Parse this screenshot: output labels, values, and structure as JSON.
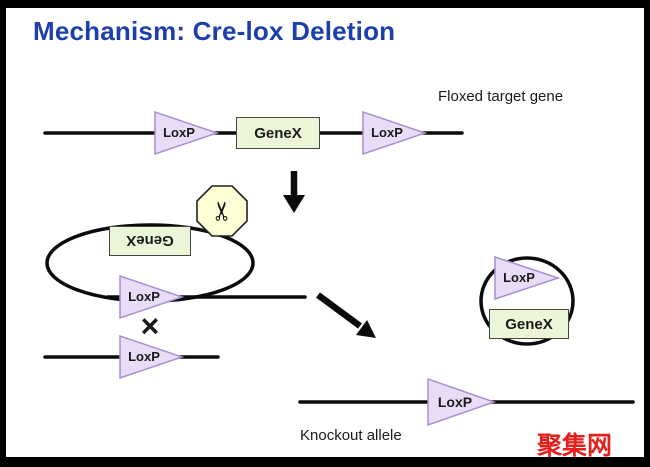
{
  "title": "Mechanism: Cre-lox Deletion",
  "annotations": {
    "floxed_target_gene": "Floxed target gene",
    "knockout_allele": "Knockout allele"
  },
  "diagram": {
    "loxp_label": "LoxP",
    "genex_label": "GeneX",
    "crossover_symbol": "×",
    "scissors_icon": "✂"
  },
  "watermark": "聚集网",
  "colors": {
    "title": "#1d3fae",
    "text": "#1a1a1a",
    "dna_line": "#0a0a0a",
    "loxp_fill": "#e9dcf7",
    "loxp_border": "#a98fd0",
    "genex_fill": "#ebf6d8",
    "genex_border": "#444444",
    "scissors_fill": "#ffffd6",
    "scissors_border": "#222222",
    "watermark": "#e3201b"
  }
}
